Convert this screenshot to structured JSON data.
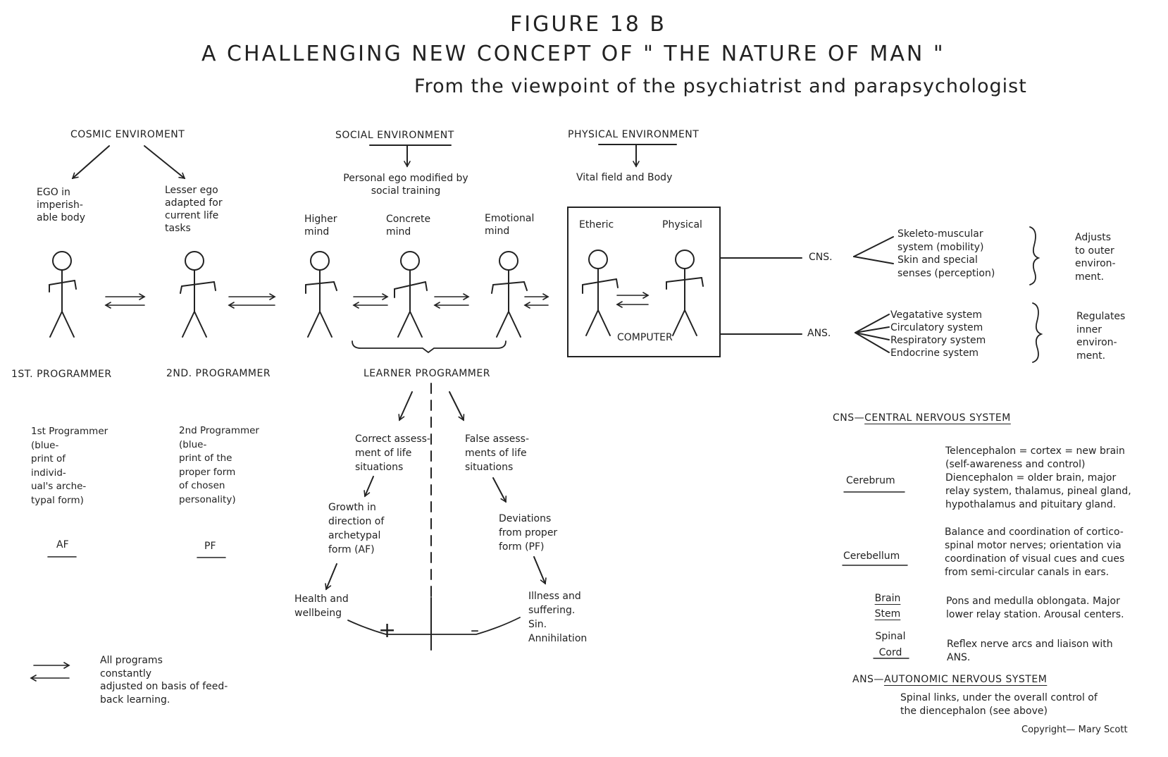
{
  "header": {
    "figure": "FIGURE   18 B",
    "title": "A  CHALLENGING  NEW  CONCEPT  OF  \" THE  NATURE  OF  MAN \"",
    "subtitle": "From the viewpoint of the psychiatrist and parapsychologist"
  },
  "environments": {
    "cosmic": "COSMIC ENVIROMENT",
    "social": "SOCIAL ENVIRONMENT",
    "physical": "PHYSICAL ENVIRONMENT",
    "social_note": "Personal ego modified by\nsocial training",
    "physical_note": "Vital field and Body"
  },
  "figures": {
    "ego": "EGO in\nimperish-\nable body",
    "lesser_ego": "Lesser ego\nadapted for\ncurrent life\ntasks",
    "higher": "Higher\nmind",
    "concrete": "Concrete\nmind",
    "emotional": "Emotional\nmind",
    "etheric": "Etheric",
    "physical": "Physical",
    "computer": "COMPUTER"
  },
  "programmers": {
    "first": "1ST. PROGRAMMER",
    "second": "2ND. PROGRAMMER",
    "learner": "LEARNER PROGRAMMER",
    "first_desc": "1st Programmer\n(blue-\nprint of\nindivid-\nual's arche-\ntypal form)",
    "second_desc": "2nd Programmer\n(blue-\nprint of the\nproper form\nof chosen\npersonality)",
    "af": "AF",
    "pf": "PF"
  },
  "flow": {
    "correct": "Correct assess-\nment of life\nsituations",
    "false": "False assess-\nments of life\nsituations",
    "growth": "Growth in\ndirection of\narchetypal\nform (AF)",
    "deviations": "Deviations\nfrom proper\nform (PF)",
    "health": "Health and\nwellbeing",
    "illness": "Illness and\nsuffering.\nSin.\nAnnihilation",
    "plus": "+",
    "minus": "–"
  },
  "feedback": "All programs\nconstantly\nadjusted on basis of feed-\nback learning.",
  "systems": {
    "cns": "CNS.",
    "ans": "ANS.",
    "cns_items": "Skeleto-muscular\nsystem (mobility)\nSkin and special\nsenses (perception)",
    "ans_items": "Vegatative system\nCirculatory system\nRespiratory system\nEndocrine system",
    "cns_role": "Adjusts\nto outer\nenviron-\nment.",
    "ans_role": "Regulates\ninner\nenviron-\nment."
  },
  "legend": {
    "cns_heading_prefix": "CNS—",
    "cns_heading": "CENTRAL NERVOUS SYSTEM",
    "cerebrum": "Cerebrum",
    "cerebrum_desc": "Telencephalon = cortex = new brain\n(self-awareness and control)\nDiencephalon = older brain, major\nrelay system, thalamus, pineal gland,\nhypothalamus and pituitary gland.",
    "cerebellum": "Cerebellum",
    "cerebellum_desc": "Balance and coordination of cortico-\nspinal motor nerves; orientation via\ncoordination of visual cues and cues\nfrom semi-circular canals in ears.",
    "brain_stem": "Brain\nStem",
    "brain_stem_desc": "Pons and medulla oblongata. Major\nlower relay station. Arousal centers.",
    "spinal_cord": "Spinal\nCord",
    "spinal_cord_desc": "Reflex nerve arcs and liaison with\nANS.",
    "ans_heading_prefix": "ANS—",
    "ans_heading": "AUTONOMIC NERVOUS SYSTEM",
    "ans_desc": "Spinal links, under the overall control of\nthe diencephalon (see above)",
    "copyright": "Copyright— Mary Scott"
  }
}
